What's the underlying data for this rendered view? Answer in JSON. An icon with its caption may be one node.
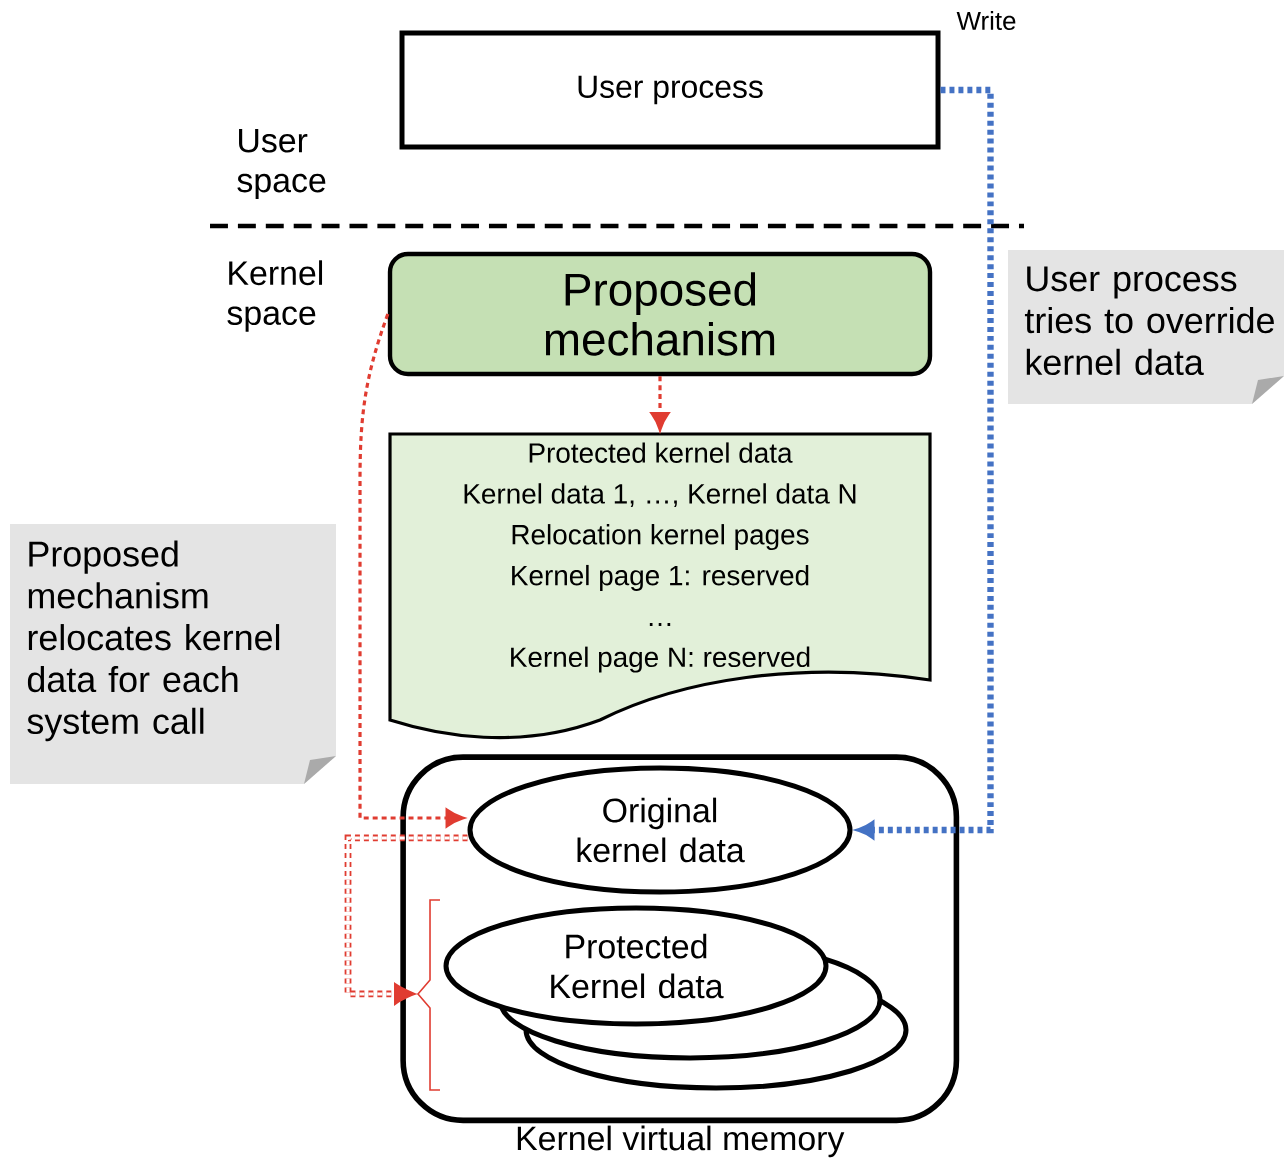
{
  "diagram": {
    "nodes": [
      {
        "text": [
          "User process"
        ]
      },
      {
        "text": [
          "Proposed mechanism"
        ]
      },
      {
        "text": [
          "Protected kernel data",
          "Kernel data 1, …, Kernel data N",
          "Relocation kernel pages",
          "Kernel page 1: reserved",
          "…",
          "Kernel page N: reserved"
        ]
      },
      {
        "text": [
          "Kernel virtual memory"
        ]
      },
      {
        "text": [
          "Original kernel data"
        ],
        "in": 3
      },
      {
        "text": [
          "Protected Kernel data"
        ],
        "in": 3
      },
      {
        "text": [
          "User process tries to override kernel data"
        ]
      },
      {
        "text": [
          "Proposed mechanism relocates kernel data for each system call"
        ]
      }
    ],
    "edges": [
      {
        "from": 0,
        "to": 4,
        "arrow": "to",
        "label": "Write",
        "style": "dashed",
        "color": "#4472c4"
      },
      {
        "from": 1,
        "to": 2,
        "arrow": "to",
        "style": "dashed"
      },
      {
        "from": 1,
        "to": 4,
        "arrow": "to",
        "style": "dashed"
      },
      {
        "from": 4,
        "to": 5,
        "arrow": "to",
        "style": "dashed"
      }
    ],
    "labels": [
      "User space",
      "Kernel space"
    ]
  }
}
